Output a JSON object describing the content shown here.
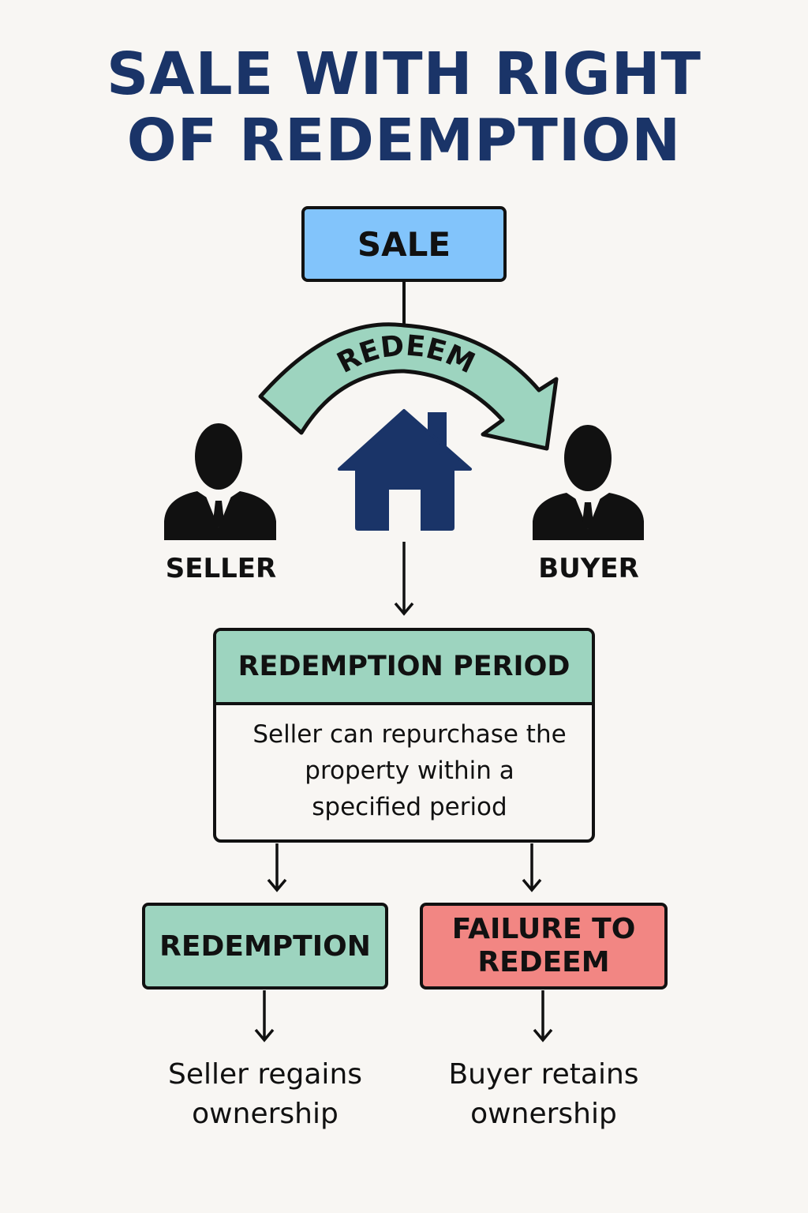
{
  "title": {
    "line1": "SALE WITH RIGHT",
    "line2": "OF REDEMPTION"
  },
  "colors": {
    "title": "#1a3468",
    "sale_fill": "#82c4fb",
    "green_fill": "#9dd4bf",
    "red_fill": "#f28683",
    "house": "#1a3468",
    "background": "#f8f6f3"
  },
  "sale_box": {
    "label": "SALE"
  },
  "arc_arrow": {
    "label": "REDEEM",
    "icon": "curved-arrow-icon"
  },
  "parties": {
    "seller": {
      "label": "SELLER",
      "icon": "person-icon"
    },
    "buyer": {
      "label": "BUYER",
      "icon": "person-icon"
    },
    "property": {
      "icon": "house-icon"
    }
  },
  "period_box": {
    "heading": "REDEMPTION PERIOD",
    "body_lines": [
      "Seller can repurchase the",
      "property within a",
      "specified period"
    ]
  },
  "outcomes": {
    "redemption": {
      "label": "REDEMPTION",
      "result_lines": [
        "Seller regains",
        "ownership"
      ]
    },
    "failure": {
      "label_lines": [
        "FAILURE TO",
        "REDEEM"
      ],
      "result_lines": [
        "Buyer retains",
        "ownership"
      ]
    }
  }
}
